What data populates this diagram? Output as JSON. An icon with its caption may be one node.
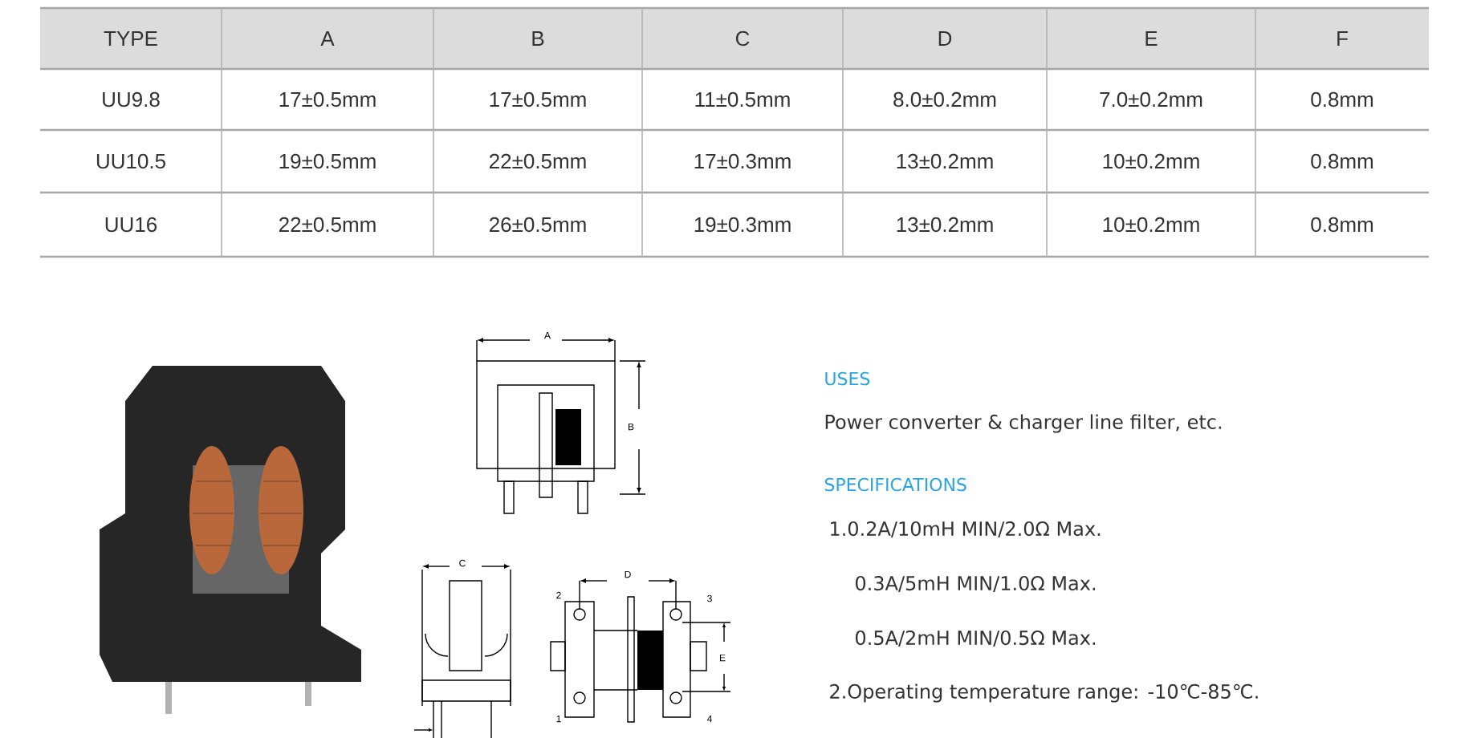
{
  "diagram": {
    "labels": [
      "TYPE",
      "A",
      "B",
      "C",
      "D",
      "E",
      "F",
      "UU9.8",
      "17±0.5mm",
      "17±0.5mm",
      "11±0.5mm",
      "8.0±0.2mm",
      "7.0±0.2mm",
      "0.8mm",
      "UU10.5",
      "19±0.5mm",
      "22±0.5mm",
      "17±0.3mm",
      "13±0.2mm",
      "10±0.2mm",
      "0.8mm",
      "UU16",
      "22±0.5mm",
      "26±0.5mm",
      "19±0.3mm",
      "13±0.2mm",
      "10±0.2mm",
      "0.8mm",
      "A",
      "B",
      "C",
      "D",
      "E",
      "2",
      "3",
      "1",
      "4",
      "USES",
      "Power converter & charger line filter, etc.",
      "SPECIFICATIONS",
      "1.0.2A/10mH MIN/2.0Ω Max.",
      "0.3A/5mH MIN/1.0Ω Max.",
      "0.5A/2mH MIN/0.5Ω Max.",
      "2.Operating temperature range: -10℃-85℃."
    ]
  }
}
